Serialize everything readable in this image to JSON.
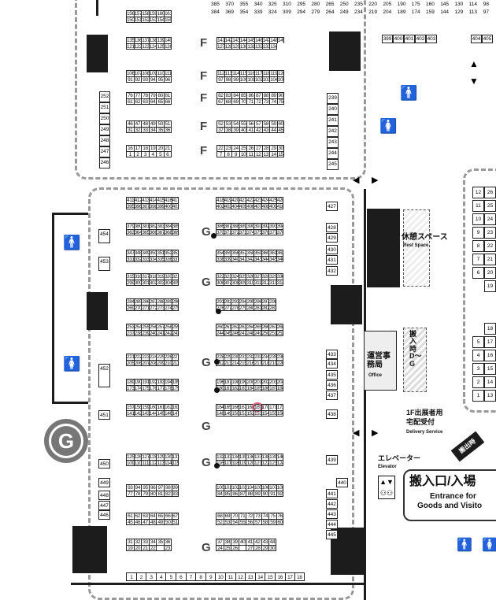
{
  "halls": {
    "f_block": {
      "rows": [
        {
          "top": [
            "156",
            "157",
            "158",
            "159",
            "160",
            "161"
          ],
          "bottom": [
            "150",
            "151",
            "152",
            "153",
            "154",
            "155"
          ]
        },
        {
          "top": [
            "135",
            "136",
            "137",
            "138",
            "139",
            "140"
          ],
          "bottom": [
            "121",
            "122",
            "123",
            "124",
            "125",
            "126"
          ],
          "right_top": [
            "141",
            "142",
            "143",
            "144",
            "145",
            "146",
            "147",
            "148",
            "149"
          ],
          "right_bottom": [
            "127",
            "128",
            "129",
            "130",
            "131",
            "132",
            "133",
            "134"
          ]
        },
        {
          "top": [
            "106",
            "107",
            "108",
            "109",
            "110",
            "111"
          ],
          "bottom": [
            "91",
            "92",
            "93",
            "94",
            "95",
            "96"
          ],
          "right_top": [
            "112",
            "113",
            "114",
            "115",
            "116",
            "117",
            "118",
            "119",
            "120"
          ],
          "right_bottom": [
            "97",
            "98",
            "99",
            "100",
            "101",
            "102",
            "103",
            "104",
            "105"
          ]
        },
        {
          "top": [
            "76",
            "77",
            "78",
            "79",
            "80",
            "81"
          ],
          "bottom": [
            "61",
            "62",
            "63",
            "64",
            "65",
            "66"
          ],
          "right_top": [
            "82",
            "83",
            "84",
            "85",
            "86",
            "87",
            "88",
            "89",
            "90"
          ],
          "right_bottom": [
            "67",
            "68",
            "69",
            "70",
            "71",
            "72",
            "73",
            "74",
            "75"
          ]
        },
        {
          "top": [
            "46",
            "47",
            "48",
            "49",
            "50",
            "51"
          ],
          "bottom": [
            "31",
            "32",
            "33",
            "34",
            "35",
            "36"
          ],
          "right_top": [
            "52",
            "53",
            "54",
            "55",
            "56",
            "57",
            "58",
            "59",
            "60"
          ],
          "right_bottom": [
            "37",
            "38",
            "39",
            "40",
            "41",
            "42",
            "43",
            "44",
            "45"
          ]
        },
        {
          "top": [
            "16",
            "17",
            "18",
            "19",
            "20",
            "21"
          ],
          "bottom": [
            "1",
            "2",
            "3",
            "4",
            "5",
            "6"
          ],
          "right_top": [
            "22",
            "23",
            "24",
            "25",
            "26",
            "27",
            "28",
            "29",
            "30"
          ],
          "right_bottom": [
            "7",
            "8",
            "9",
            "10",
            "11",
            "12",
            "13",
            "14",
            "15"
          ]
        }
      ],
      "left_side": [
        "252",
        "251",
        "250",
        "249",
        "248",
        "247",
        "246"
      ],
      "right_side": [
        "239",
        "240",
        "241",
        "242",
        "243",
        "244",
        "245"
      ],
      "letter": "F"
    },
    "g_block": {
      "rows": [
        {
          "top": [
            "411",
            "412",
            "413",
            "414",
            "415",
            "416",
            "417"
          ],
          "bottom": [
            "395",
            "396",
            "397",
            "398",
            "399",
            "400",
            "401"
          ],
          "right_top": [
            "418",
            "419",
            "420",
            "421",
            "422",
            "423",
            "424",
            "425",
            "426"
          ],
          "right_bottom": [
            "402",
            "403",
            "404",
            "405",
            "406",
            "407",
            "408",
            "409",
            "410"
          ]
        },
        {
          "top": [
            "379",
            "380",
            "381",
            "382",
            "383",
            "384",
            "385"
          ],
          "bottom": [
            "363",
            "364",
            "365",
            "366",
            "367",
            "368",
            "369"
          ],
          "right_top": [
            "386",
            "387",
            "388",
            "389",
            "390",
            "391",
            "392",
            "393",
            "394"
          ],
          "right_bottom": [
            "370",
            "371",
            "372",
            "373",
            "374",
            "375",
            "376",
            "377",
            "378"
          ]
        },
        {
          "top": [
            "347",
            "348",
            "349",
            "350",
            "351",
            "352",
            "353"
          ],
          "bottom": [
            "331",
            "332",
            "333",
            "334",
            "335",
            "336",
            "337"
          ],
          "right_top": [
            "354",
            "355",
            "356",
            "357",
            "358",
            "359",
            "360",
            "361",
            "362"
          ],
          "right_bottom": [
            "338",
            "339",
            "340",
            "341",
            "342",
            "343",
            "344",
            "345",
            "346"
          ]
        },
        {
          "top": [
            "315",
            "316",
            "317",
            "318",
            "319",
            "320",
            "321"
          ],
          "bottom": [
            "299",
            "300",
            "301",
            "302",
            "303",
            "304",
            "305"
          ],
          "right_top": [
            "322",
            "323",
            "324",
            "325",
            "326",
            "327",
            "328",
            "329",
            "330"
          ],
          "right_bottom": [
            "306",
            "307",
            "308",
            "309",
            "310",
            "311",
            "312",
            "313",
            "314"
          ]
        },
        {
          "top": [
            "284",
            "285",
            "286",
            "287",
            "288",
            "289",
            "290"
          ],
          "bottom": [
            "269",
            "270",
            "271",
            "272",
            "273",
            "274",
            "275"
          ],
          "right_top": [
            "291",
            "292",
            "293",
            "294",
            "295",
            "296",
            "297",
            "298"
          ],
          "right_bottom": [
            "276",
            "277",
            "278",
            "279",
            "280",
            "281",
            "282",
            "283"
          ]
        },
        {
          "top": [
            "253",
            "254",
            "255",
            "256",
            "257",
            "258",
            "259"
          ],
          "bottom": [
            "237",
            "238",
            "239",
            "240",
            "241",
            "242",
            "243"
          ],
          "right_top": [
            "260",
            "261",
            "262",
            "263",
            "264",
            "265",
            "266",
            "267",
            "268"
          ],
          "right_bottom": [
            "244",
            "245",
            "246",
            "247",
            "248",
            "249",
            "250",
            "251",
            "252"
          ]
        },
        {
          "top": [
            "221",
            "222",
            "223",
            "224",
            "225",
            "226",
            "227"
          ],
          "bottom": [
            "205",
            "206",
            "207",
            "208",
            "209",
            "210",
            "211"
          ],
          "right_top": [
            "228",
            "229",
            "230",
            "231",
            "232",
            "233",
            "234",
            "235",
            "236"
          ],
          "right_bottom": [
            "212",
            "213",
            "214",
            "215",
            "216",
            "217",
            "218",
            "219",
            "220"
          ]
        },
        {
          "top": [
            "189",
            "190",
            "191",
            "192",
            "193",
            "194",
            "195"
          ],
          "bottom": [
            "173",
            "174",
            "175",
            "176",
            "177",
            "178",
            "179"
          ],
          "right_top": [
            "196",
            "197",
            "198",
            "199",
            "200",
            "201",
            "202",
            "203",
            "204"
          ],
          "right_bottom": [
            "180",
            "181",
            "182",
            "183",
            "184",
            "185",
            "186",
            "187",
            "188"
          ]
        },
        {
          "top": [
            "157",
            "158",
            "159",
            "160",
            "161",
            "162",
            "163"
          ],
          "bottom": [
            "141",
            "142",
            "143",
            "144",
            "145",
            "146",
            "147"
          ],
          "right_top": [
            "164",
            "165",
            "166",
            "167",
            "168",
            "169",
            "170",
            "171",
            "172"
          ],
          "right_bottom": [
            "148",
            "149",
            "150",
            "151",
            "152",
            "153",
            "154",
            "155",
            "156"
          ]
        },
        {
          "top": [
            "125",
            "126",
            "127",
            "128",
            "129",
            "130",
            "131"
          ],
          "bottom": [
            "109",
            "110",
            "111",
            "112",
            "113",
            "114",
            "115"
          ],
          "right_top": [
            "132",
            "133",
            "134",
            "135",
            "136",
            "137",
            "138",
            "139",
            "140"
          ],
          "right_bottom": [
            "116",
            "117",
            "118",
            "119",
            "120",
            "121",
            "122",
            "123",
            "124"
          ]
        },
        {
          "top": [
            "93",
            "94",
            "95",
            "96",
            "97",
            "98",
            "99"
          ],
          "bottom": [
            "77",
            "78",
            "79",
            "80",
            "81",
            "82",
            "83"
          ],
          "right_top": [
            "100",
            "101",
            "102",
            "103",
            "104",
            "105",
            "106",
            "107",
            "108"
          ],
          "right_bottom": [
            "84",
            "85",
            "86",
            "87",
            "88",
            "89",
            "90",
            "91",
            "92"
          ]
        },
        {
          "top": [
            "61",
            "62",
            "63",
            "64",
            "65",
            "66",
            "67"
          ],
          "bottom": [
            "45",
            "46",
            "47",
            "48",
            "49",
            "50",
            "51"
          ],
          "right_top": [
            "68",
            "69",
            "70",
            "71",
            "72",
            "73",
            "74",
            "75",
            "76"
          ],
          "right_bottom": [
            "52",
            "53",
            "54",
            "55",
            "56",
            "57",
            "58",
            "59",
            "60"
          ]
        },
        {
          "top": [
            "31",
            "32",
            "33",
            "34",
            "35",
            "36"
          ],
          "bottom": [
            "19",
            "20",
            "21",
            "22",
            "",
            "23"
          ],
          "right_top": [
            "37",
            "38",
            "39",
            "40",
            "41",
            "42",
            "43",
            "44"
          ],
          "right_bottom": [
            "24",
            "25",
            "26",
            "",
            "27",
            "28",
            "29",
            "30"
          ]
        }
      ],
      "bottom_row": [
        "1",
        "2",
        "3",
        "4",
        "5",
        "6",
        "7",
        "8",
        "9",
        "10",
        "11",
        "12",
        "13",
        "14",
        "15",
        "16",
        "17",
        "18"
      ],
      "left_side": [
        "454",
        "453",
        "452",
        "451",
        "450",
        "449",
        "448",
        "447",
        "446"
      ],
      "right_side": [
        "427",
        "428",
        "429",
        "430",
        "431",
        "432",
        "433",
        "434",
        "435",
        "436",
        "437",
        "438",
        "439",
        "440",
        "441",
        "442",
        "443",
        "444",
        "445"
      ],
      "letter": "G",
      "highlight_booth": "169"
    },
    "top_strip": {
      "row1": [
        "385",
        "370",
        "355",
        "340",
        "325",
        "310",
        "295",
        "280",
        "265",
        "250",
        "235",
        "220",
        "205",
        "190",
        "175",
        "160",
        "145",
        "130",
        "114",
        "98"
      ],
      "row2": [
        "384",
        "369",
        "354",
        "339",
        "324",
        "309",
        "294",
        "279",
        "264",
        "249",
        "234",
        "219",
        "204",
        "189",
        "174",
        "159",
        "144",
        "129",
        "113",
        "97"
      ],
      "right_small": [
        "399",
        "400",
        "401",
        "402",
        "403"
      ],
      "far_right": [
        "404",
        "405"
      ]
    },
    "right_panel": {
      "col_a": [
        "12",
        "11",
        "10",
        "9",
        "8",
        "7",
        "6"
      ],
      "col_b": [
        "26",
        "25",
        "24",
        "23",
        "22",
        "21",
        "20",
        "19"
      ],
      "col_c": [
        "18",
        "17",
        "16",
        "15",
        "14",
        "13"
      ],
      "col_d": [
        "5",
        "4",
        "3",
        "2",
        "1"
      ]
    }
  },
  "labels": {
    "rest_jp": "休憩スペース",
    "rest_en": "Rest Space",
    "office_jp": "運営事務局",
    "office_en": "Office",
    "entry_jp": "搬入時D〜G",
    "delivery_jp1": "1F出展者用",
    "delivery_jp2": "宅配受付",
    "delivery_en": "Delivery Service",
    "exit_tag": "搬出時",
    "elevator_jp": "エレベーター",
    "elevator_en": "Elevator",
    "entrance_jp": "搬入口/入場",
    "entrance_en1": "Entrance for",
    "entrance_en2": "Goods and Visito",
    "hall_g": "G"
  },
  "colors": {
    "highlight": "#e06080",
    "dashed": "#9a9a9a",
    "pillar": "#1c1c1c"
  }
}
